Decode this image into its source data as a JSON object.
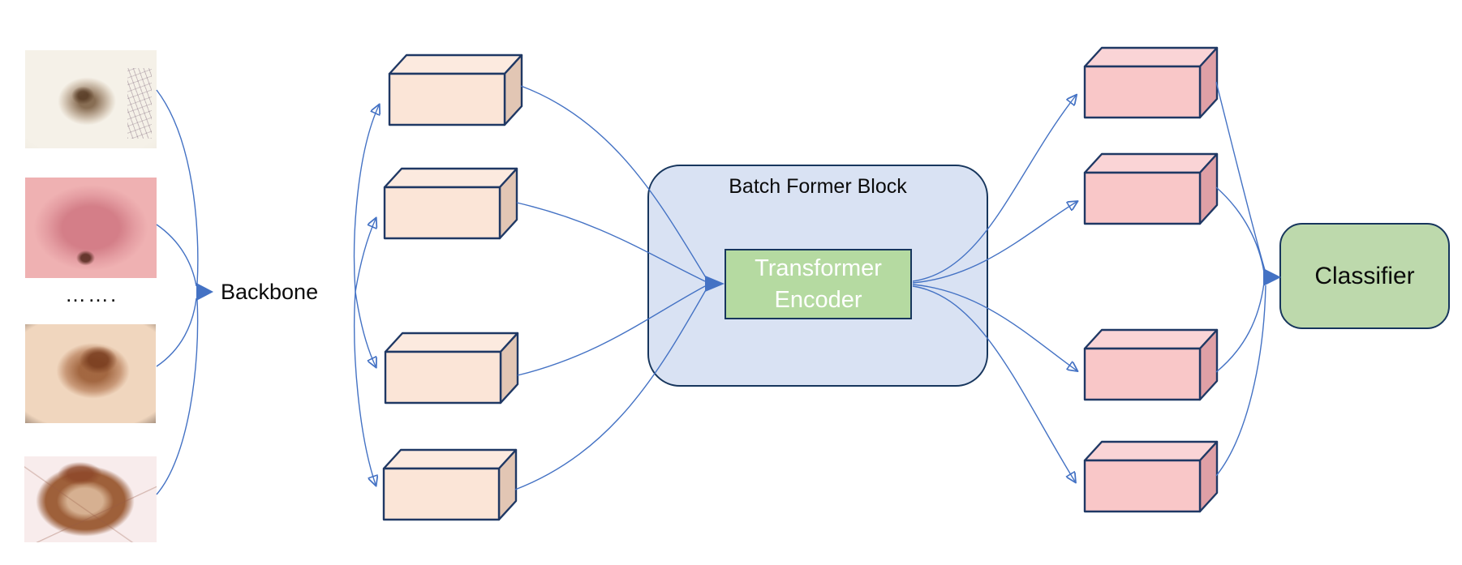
{
  "diagram_title": "BatchFormer skin-lesion classification pipeline",
  "inputs": {
    "ellipsis": "…….",
    "photos": [
      {
        "name": "dermoscopy-image-1"
      },
      {
        "name": "dermoscopy-image-2"
      },
      {
        "name": "dermoscopy-image-3"
      },
      {
        "name": "dermoscopy-image-4"
      }
    ]
  },
  "labels": {
    "backbone": "Backbone"
  },
  "batch_former_block": {
    "title": "Batch Former Block"
  },
  "transformer_encoder": {
    "line1": "Transformer",
    "line2": "Encoder"
  },
  "classifier": {
    "label": "Classifier"
  },
  "feature_boxes": {
    "input_count": 4,
    "output_count": 4
  },
  "colors": {
    "arrow_blue": "#4472C4",
    "cube_border_navy": "#1F3864",
    "block_fill_blue": "#D9E2F3",
    "block_border_navy": "#17365D",
    "encoder_green": "#B5DAA1",
    "classifier_green": "#BDD9AC",
    "peach_front": "#FBE5D7",
    "peach_side": "#E2C6B4",
    "pink_front": "#F9C7C8",
    "pink_side": "#DFA0A6"
  }
}
